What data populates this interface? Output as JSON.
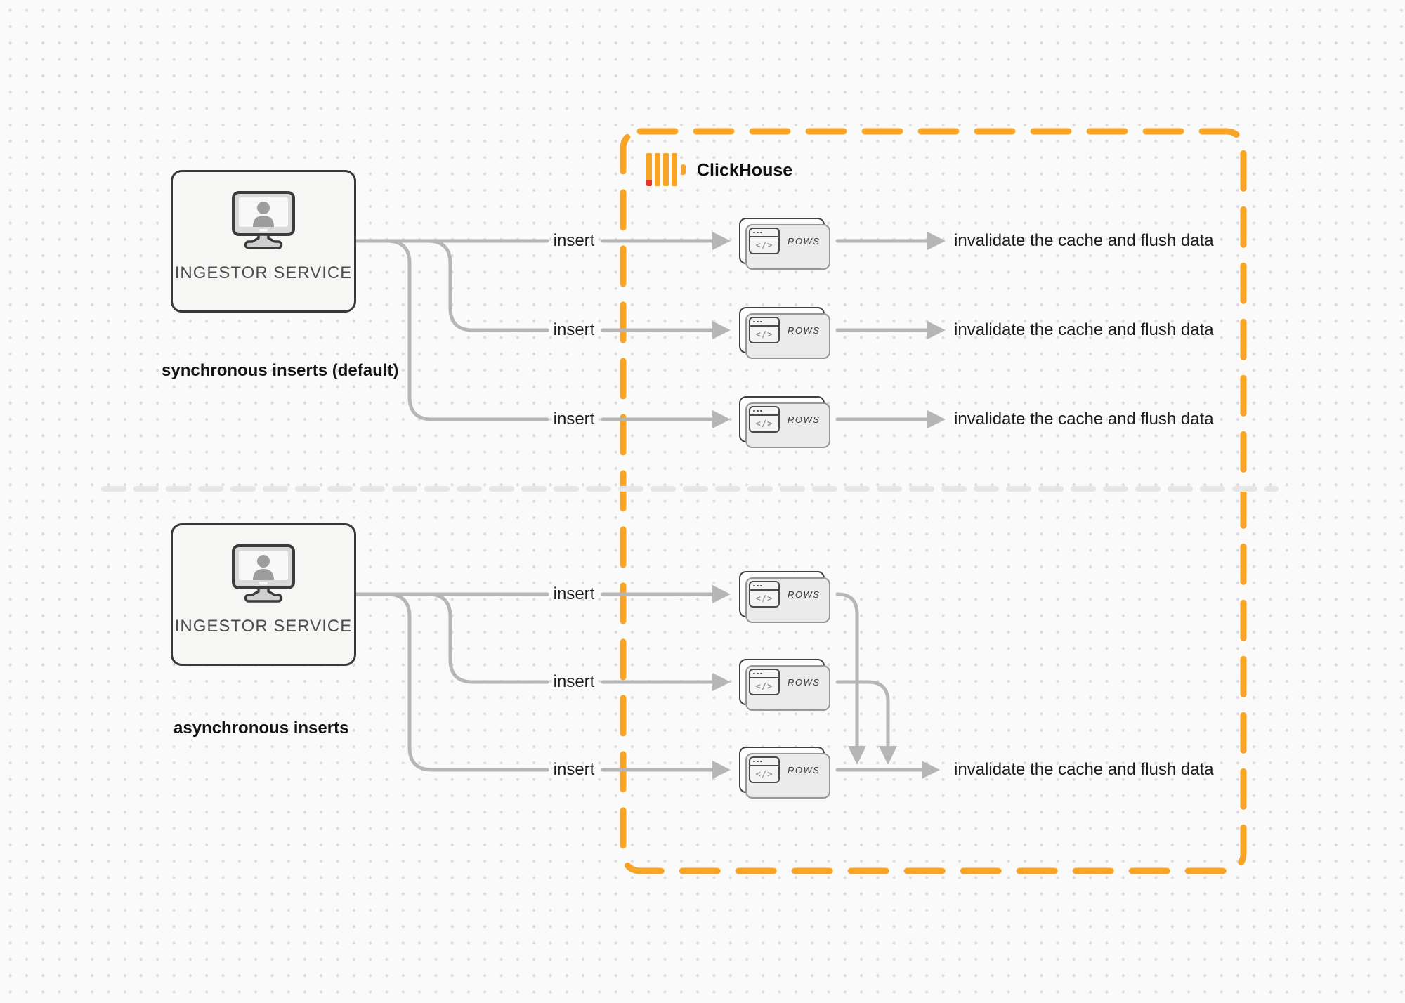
{
  "labels": {
    "clickhouse": "ClickHouse",
    "ingestor_service": "INGESTOR SERVICE",
    "sync_caption": "synchronous inserts (default)",
    "async_caption": "asynchronous inserts",
    "insert": "insert",
    "rows": "ROWS",
    "invalidate": "invalidate the cache and flush data",
    "code_glyph": "</>"
  },
  "sections": [
    {
      "caption": "synchronous inserts (default)",
      "source": "INGESTOR SERVICE",
      "insert_arrows": 3,
      "result_per_insert": "invalidate the cache and flush data"
    },
    {
      "caption": "asynchronous inserts",
      "source": "INGESTOR SERVICE",
      "insert_arrows": 3,
      "combined_result": "invalidate the cache and flush data"
    }
  ],
  "colors": {
    "accent_orange": "#F8A426",
    "accent_red": "#E6352B",
    "wire_gray": "#B6B6B6",
    "divider_gray": "#E6E6E8"
  }
}
